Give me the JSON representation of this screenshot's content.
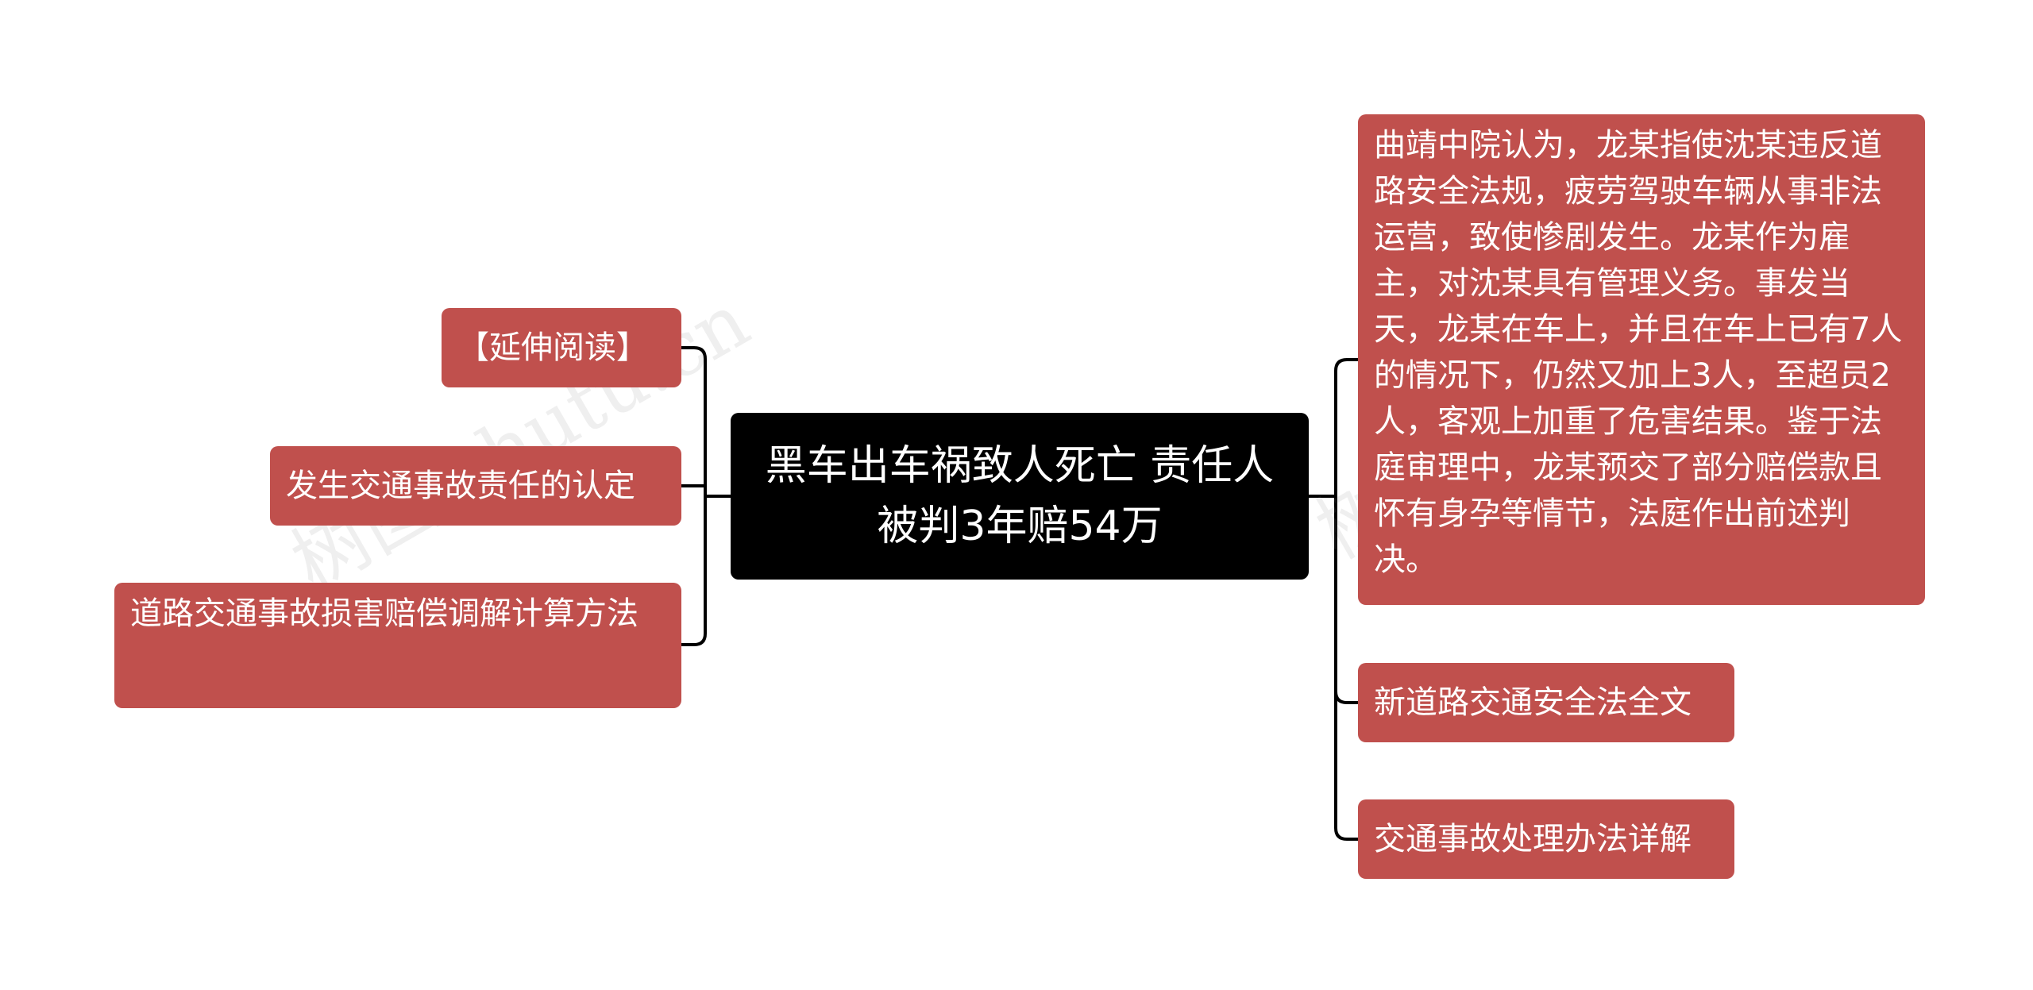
{
  "colors": {
    "root_bg": "#000000",
    "child_bg": "#c0504d",
    "link": "#000000",
    "text": "#ffffff"
  },
  "watermark": "树图 shutu.cn",
  "root": {
    "text": "黑车出车祸致人死亡 责任人被判3年赔54万"
  },
  "left": [
    {
      "text": "【延伸阅读】"
    },
    {
      "text": "发生交通事故责任的认定"
    },
    {
      "text": "道路交通事故损害赔偿调解计算方法"
    }
  ],
  "right": [
    {
      "text": "曲靖中院认为，龙某指使沈某违反道路安全法规，疲劳驾驶车辆从事非法运营，致使惨剧发生。龙某作为雇主，对沈某具有管理义务。事发当天，龙某在车上，并且在车上已有7人的情况下，仍然又加上3人，至超员2人，客观上加重了危害结果。鉴于法庭审理中，龙某预交了部分赔偿款且怀有身孕等情节，法庭作出前述判决。"
    },
    {
      "text": "新道路交通安全法全文"
    },
    {
      "text": "交通事故处理办法详解"
    }
  ]
}
